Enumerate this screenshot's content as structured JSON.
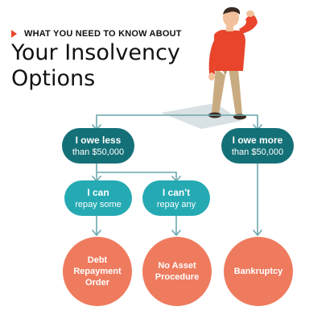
{
  "header": {
    "kicker": "WHAT YOU NEED TO KNOW ABOUT",
    "title_line1": "Your Insolvency",
    "title_line2": "Options"
  },
  "nodes": {
    "owe_less": {
      "line1": "I owe less",
      "line2": "than $50,000"
    },
    "owe_more": {
      "line1": "I owe more",
      "line2": "than $50,000"
    },
    "can_repay": {
      "line1": "I can",
      "line2": "repay some"
    },
    "cant_repay": {
      "line1": "I can't",
      "line2": "repay any"
    }
  },
  "outcomes": {
    "debt_repayment": {
      "line1": "Debt",
      "line2": "Repayment",
      "line3": "Order"
    },
    "no_asset": {
      "line1": "No Asset",
      "line2": "Procedure"
    },
    "bankruptcy": {
      "line1": "Bankruptcy"
    }
  },
  "colors": {
    "dark_teal": "#147077",
    "light_teal": "#25aab3",
    "coral": "#ef7b5f",
    "accent_red": "#e8452c",
    "connector": "#6aa8ae"
  }
}
